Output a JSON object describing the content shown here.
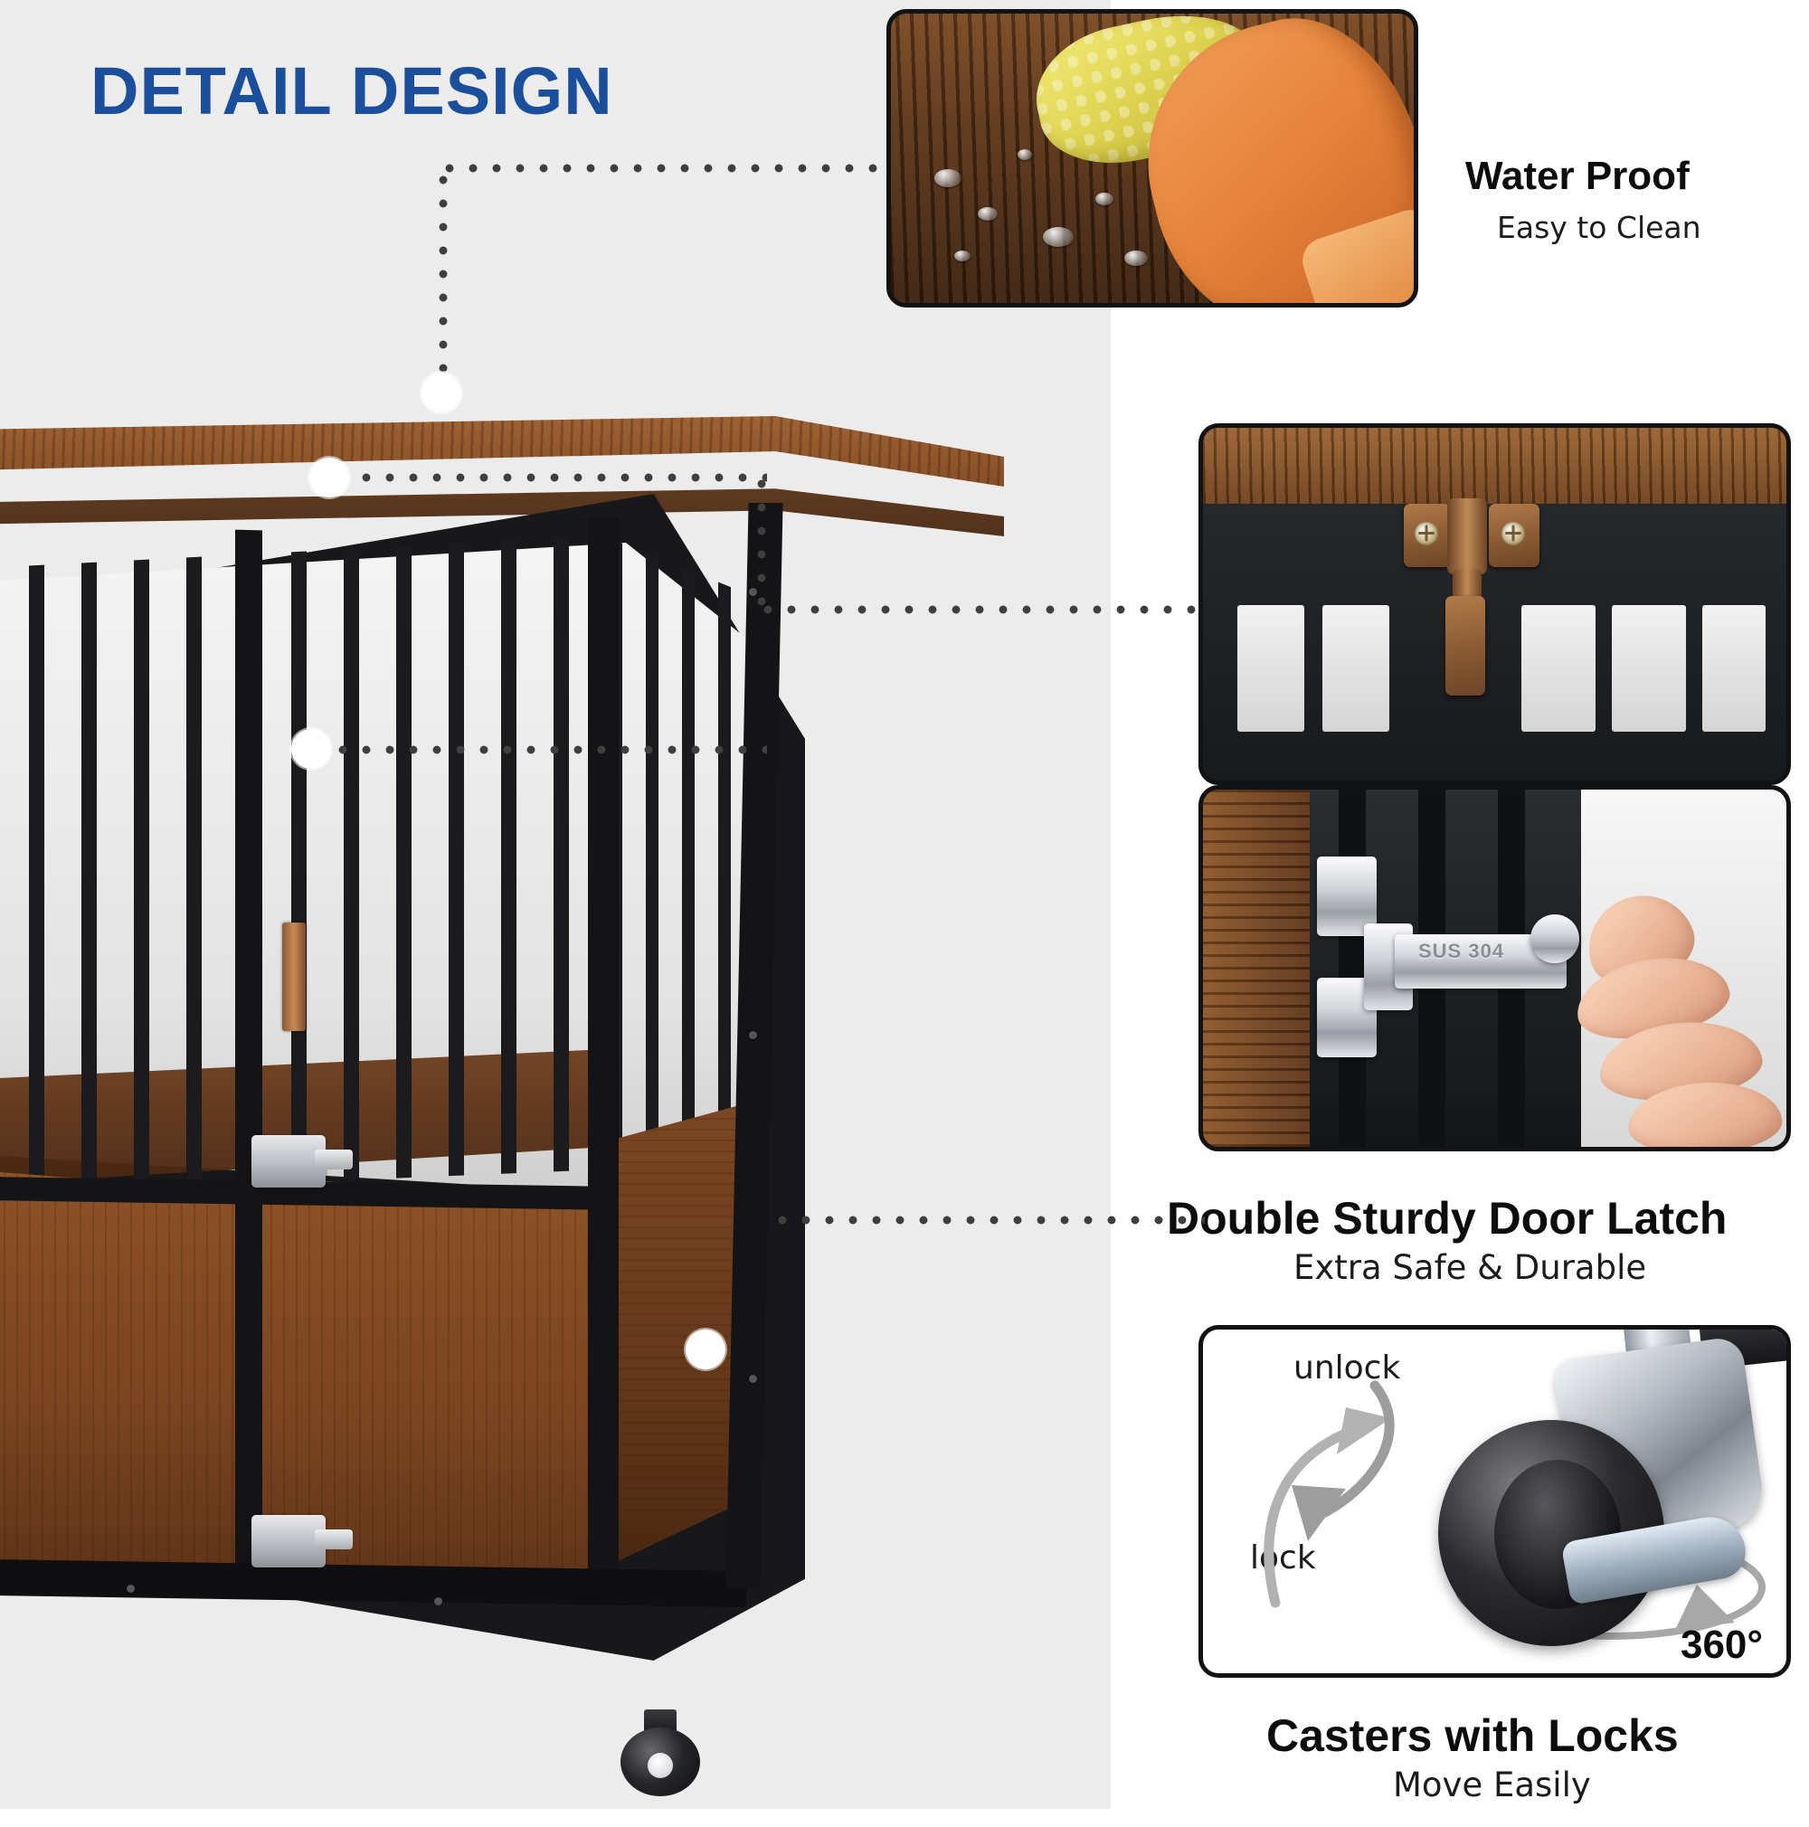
{
  "page": {
    "heading": "DETAIL DESIGN",
    "heading_color": "#1b4f9c",
    "background_left": "#ececec",
    "background_right": "#ffffff"
  },
  "features": [
    {
      "id": "water-proof",
      "title": "Water Proof",
      "subtitle": "Easy to Clean",
      "photo_alt": "gloved hand wiping water droplets off rustic wood surface"
    },
    {
      "id": "door-latch",
      "title": "Double Sturdy Door Latch",
      "subtitle": "Extra Safe & Durable",
      "photo_alt": "copper hinge and stainless steel latch close-ups",
      "engraving": "SUS 304"
    },
    {
      "id": "casters",
      "title": "Casters with Locks",
      "subtitle": "Move Easily",
      "photo_alt": "swivel caster wheel with brake pedal",
      "labels": {
        "unlock": "unlock",
        "lock": "lock",
        "rotation": "360°"
      }
    }
  ],
  "product": {
    "alt": "rustic brown wood and black metal dog crate end table with casters"
  }
}
